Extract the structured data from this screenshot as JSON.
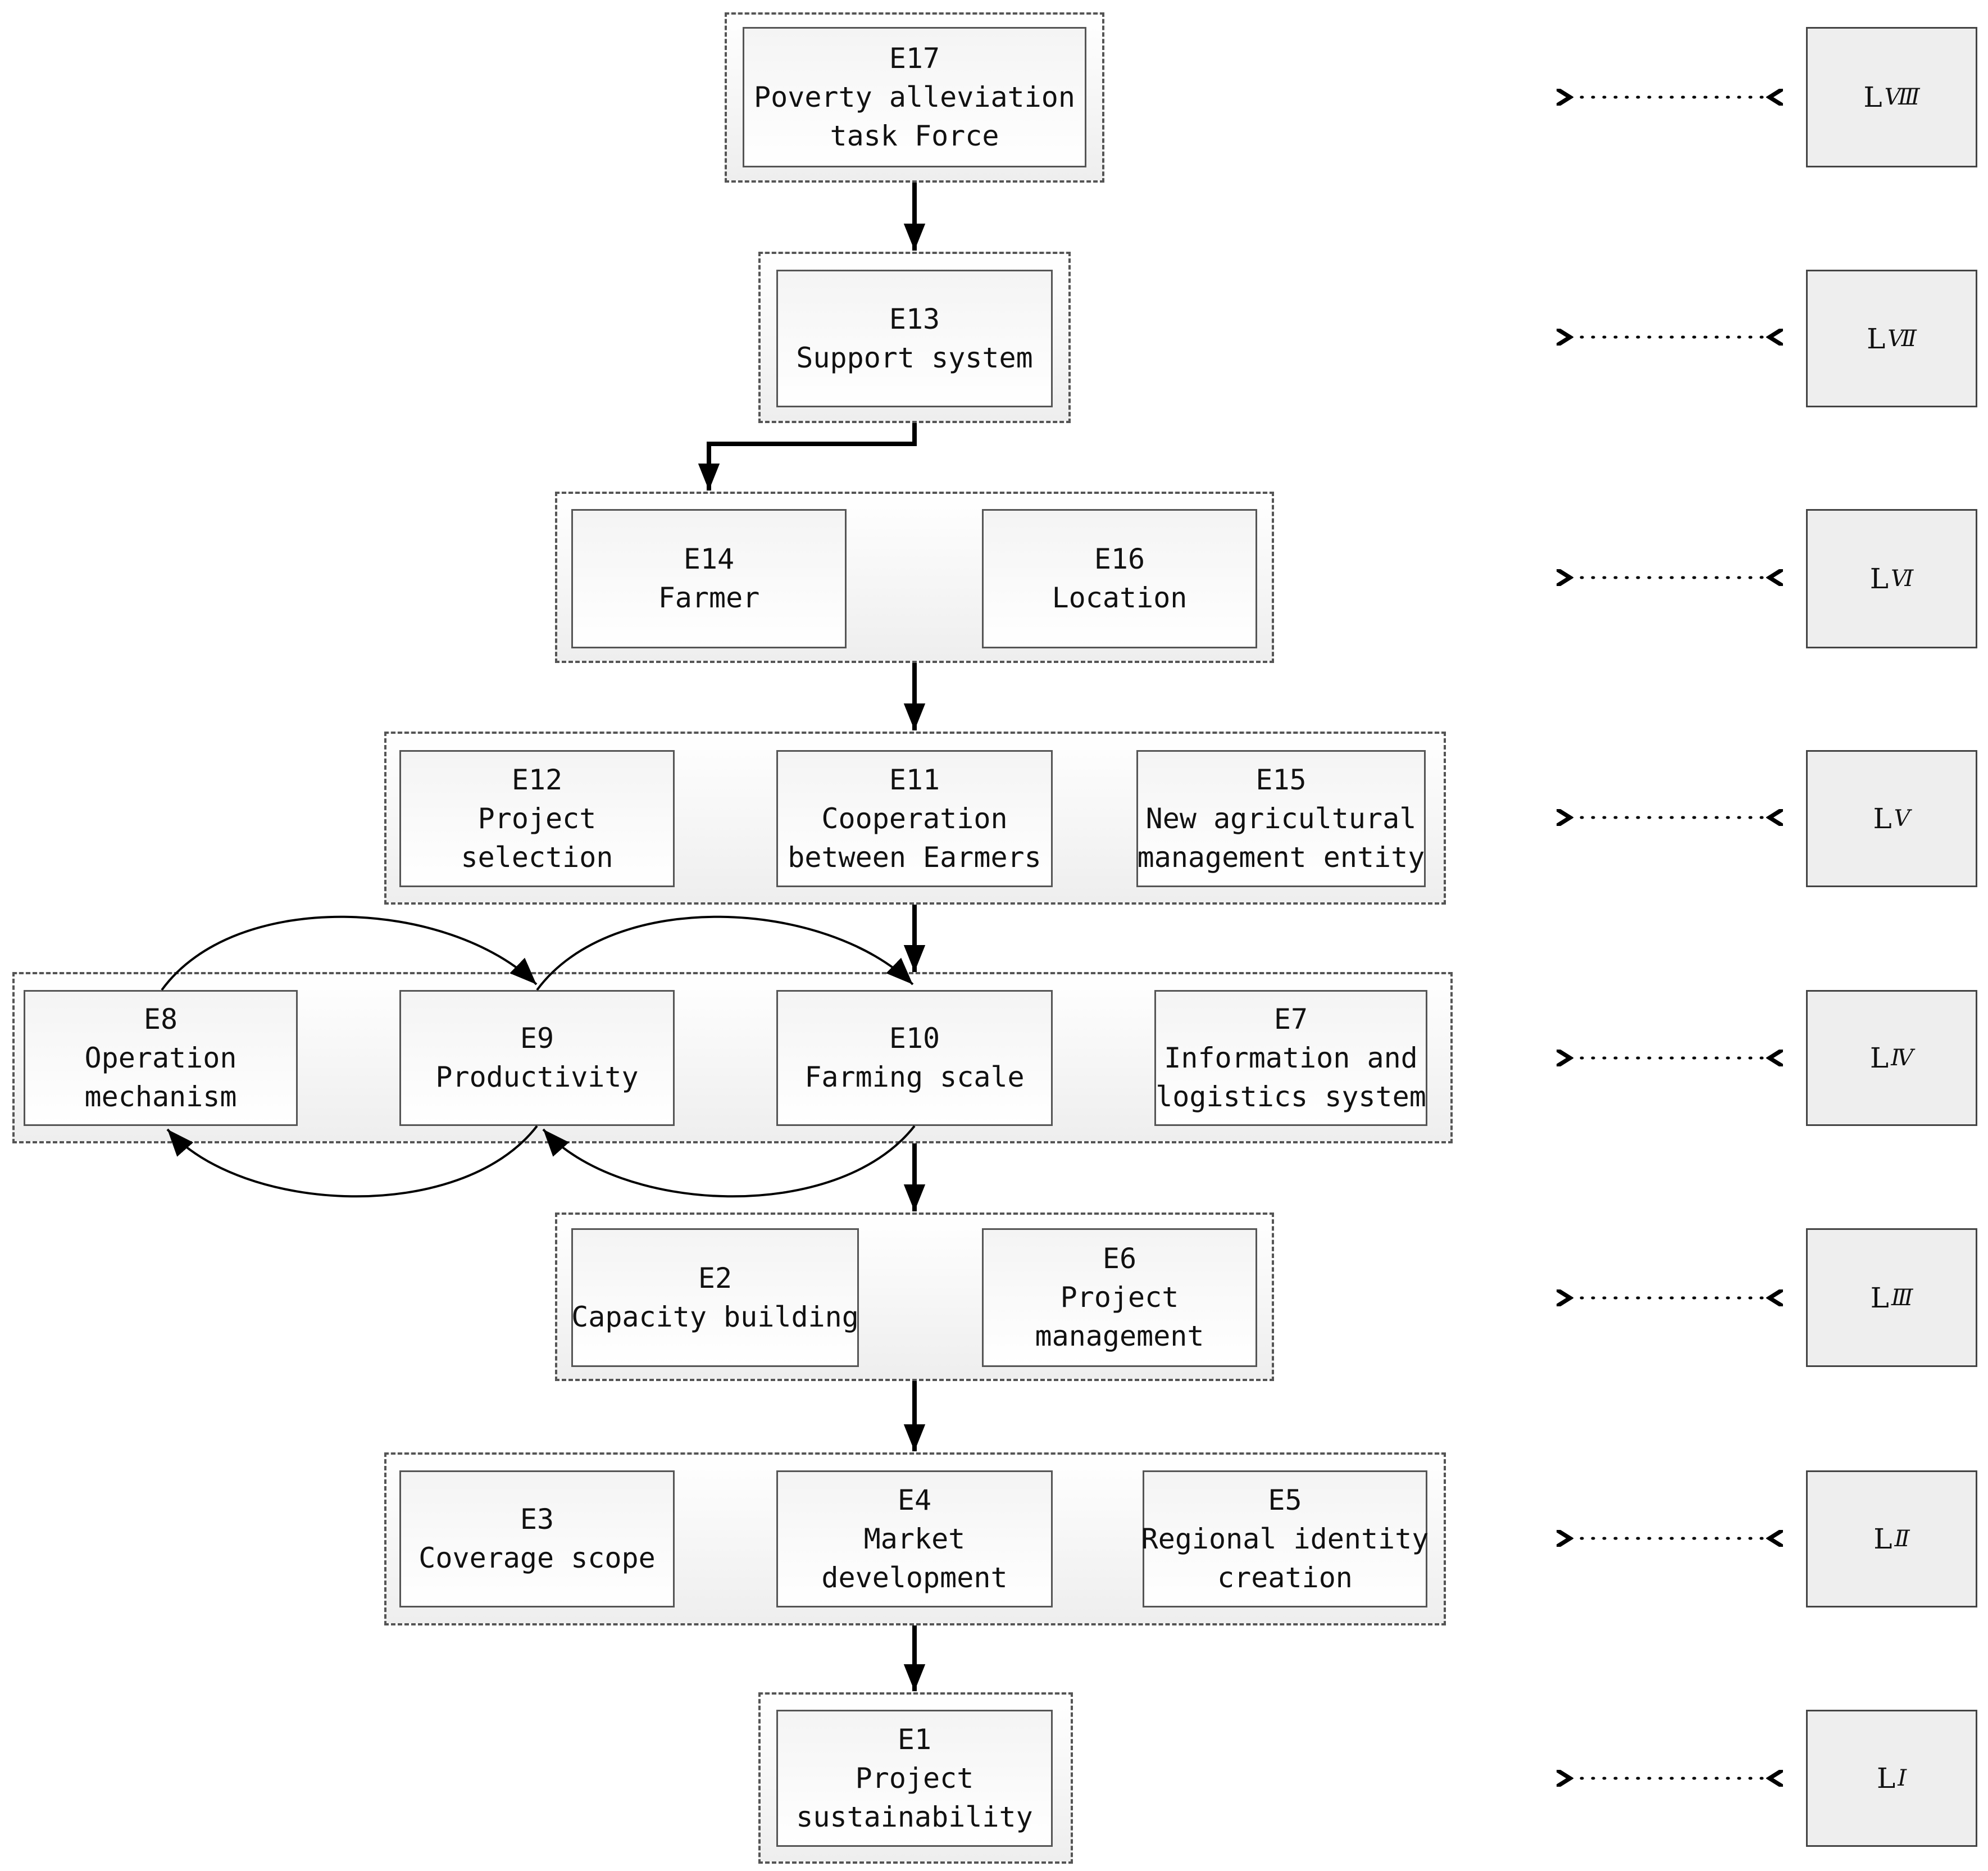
{
  "nodes": {
    "e17": {
      "id": "E17",
      "line1": "Poverty alleviation",
      "line2": "task Force"
    },
    "e13": {
      "id": "E13",
      "line1": "Support system"
    },
    "e14": {
      "id": "E14",
      "line1": "Farmer"
    },
    "e16": {
      "id": "E16",
      "line1": "Location"
    },
    "e12": {
      "id": "E12",
      "line1": "Project",
      "line2": "selection"
    },
    "e11": {
      "id": "E11",
      "line1": "Cooperation",
      "line2": "between Earmers"
    },
    "e15": {
      "id": "E15",
      "line1": "New agricultural",
      "line2": "management entity"
    },
    "e8": {
      "id": "E8",
      "line1": "Operation",
      "line2": "mechanism"
    },
    "e9": {
      "id": "E9",
      "line1": "Productivity"
    },
    "e10": {
      "id": "E10",
      "line1": "Farming scale"
    },
    "e7": {
      "id": "E7",
      "line1": "Information and",
      "line2": "logistics system"
    },
    "e2": {
      "id": "E2",
      "line1": "Capacity building"
    },
    "e6": {
      "id": "E6",
      "line1": "Project",
      "line2": "management"
    },
    "e3": {
      "id": "E3",
      "line1": "Coverage scope"
    },
    "e4": {
      "id": "E4",
      "line1": "Market",
      "line2": "development"
    },
    "e5": {
      "id": "E5",
      "line1": "Regional identity",
      "line2": "creation"
    },
    "e1": {
      "id": "E1",
      "line1": "Project",
      "line2": "sustainability"
    }
  },
  "levels": {
    "l8": {
      "prefix": "L",
      "numeral": "Ⅷ"
    },
    "l7": {
      "prefix": "L",
      "numeral": "Ⅶ"
    },
    "l6": {
      "prefix": "L",
      "numeral": "Ⅵ"
    },
    "l5": {
      "prefix": "L",
      "numeral": "Ⅴ"
    },
    "l4": {
      "prefix": "L",
      "numeral": "Ⅳ"
    },
    "l3": {
      "prefix": "L",
      "numeral": "Ⅲ"
    },
    "l2": {
      "prefix": "L",
      "numeral": "Ⅱ"
    },
    "l1": {
      "prefix": "L",
      "numeral": "Ⅰ"
    }
  },
  "edges": [
    {
      "from": "E17",
      "to": "E13"
    },
    {
      "from": "E13",
      "to": "E14"
    },
    {
      "from": "E14/E16",
      "to": "E11"
    },
    {
      "from": "E11",
      "to": "E10"
    },
    {
      "from": "E8",
      "to": "E9"
    },
    {
      "from": "E9",
      "to": "E10"
    },
    {
      "from": "E10",
      "to": "E9"
    },
    {
      "from": "E9",
      "to": "E8"
    },
    {
      "from": "E10",
      "to": "E2/E6"
    },
    {
      "from": "E2/E6",
      "to": "E4"
    },
    {
      "from": "E4",
      "to": "E1"
    }
  ],
  "colors": {
    "stroke": "#555555",
    "node_fill": "#f4f4f4",
    "level_fill": "#eeeeee",
    "arrow": "#000000"
  }
}
